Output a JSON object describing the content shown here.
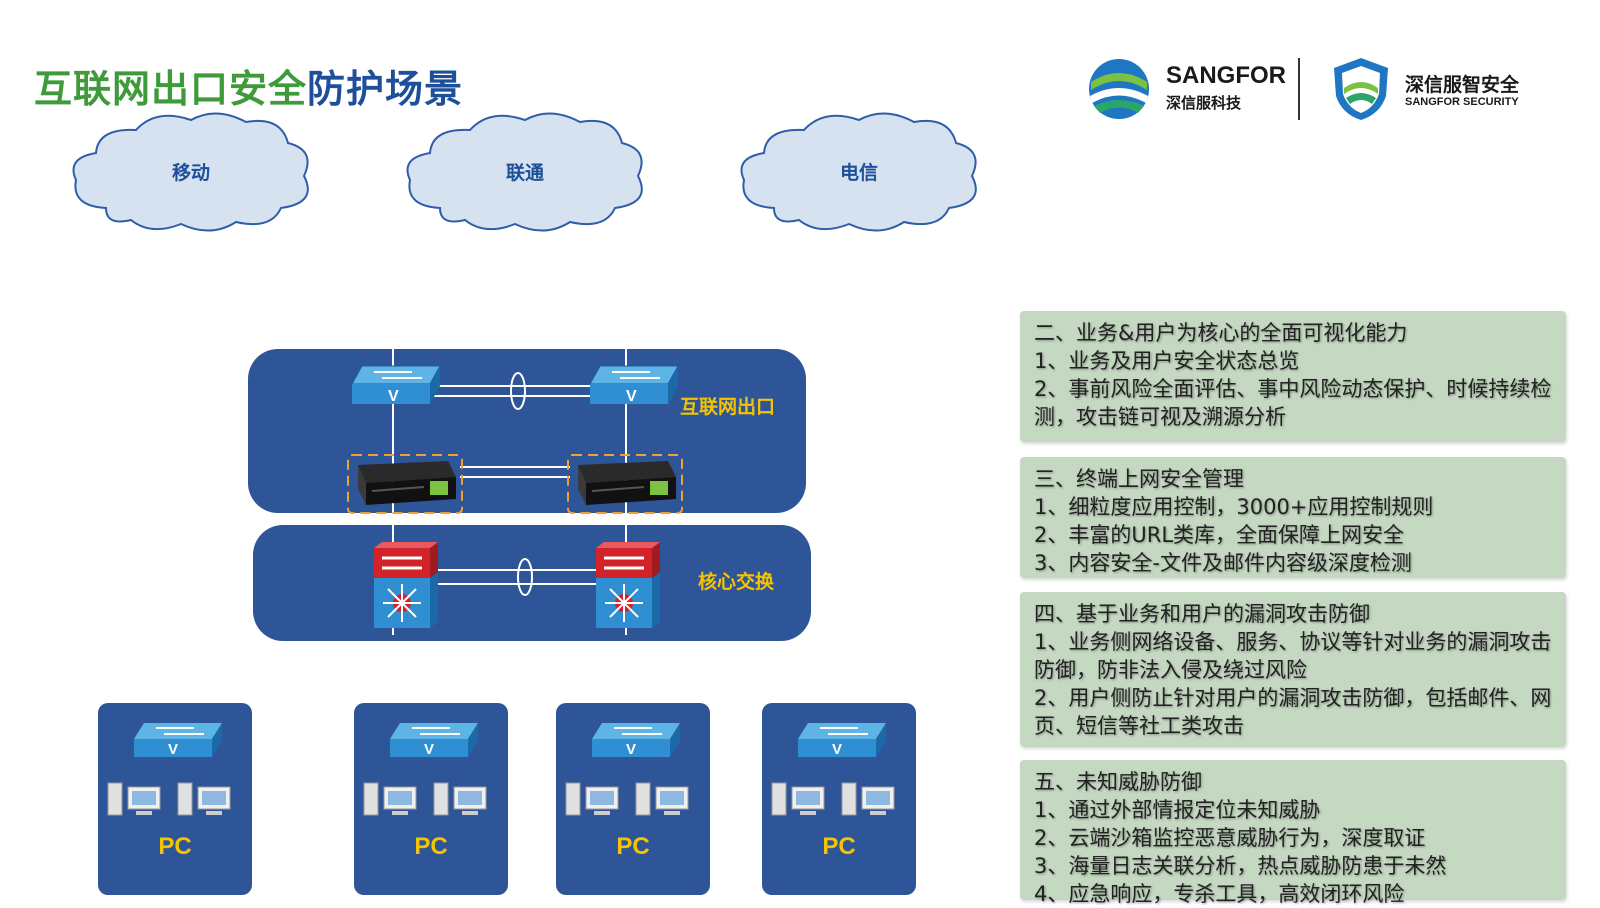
{
  "title": {
    "part_green": "互联网出口安全",
    "part_blue": "防护场景"
  },
  "logos": {
    "brand_name": "SANGFOR",
    "brand_cn": "深信服科技",
    "security_cn": "深信服智安全",
    "security_en": "SANGFOR SECURITY"
  },
  "clouds": [
    {
      "label": "移动"
    },
    {
      "label": "联通"
    },
    {
      "label": "电信"
    }
  ],
  "diagram": {
    "internet_exit_label": "互联网出口",
    "core_switch_label": "核心交换",
    "pc_label": "PC"
  },
  "features": [
    {
      "title": "二、业务&用户为核心的全面可视化能力",
      "items": [
        "1、业务及用户安全状态总览",
        "2、事前风险全面评估、事中风险动态保护、时候持续检测，攻击链可视及溯源分析"
      ]
    },
    {
      "title": "三、终端上网安全管理",
      "items": [
        "1、细粒度应用控制，3000+应用控制规则",
        "2、丰富的URL类库，全面保障上网安全",
        "3、内容安全-文件及邮件内容级深度检测"
      ]
    },
    {
      "title": "四、基于业务和用户的漏洞攻击防御",
      "items": [
        "1、业务侧网络设备、服务、协议等针对业务的漏洞攻击防御，防非法入侵及绕过风险",
        "2、用户侧防止针对用户的漏洞攻击防御，包括邮件、网页、短信等社工类攻击"
      ]
    },
    {
      "title": "五、未知威胁防御",
      "items": [
        "1、通过外部情报定位未知威胁",
        "2、云端沙箱监控恶意威胁行为，深度取证",
        "3、海量日志关联分析，热点威胁防患于未然",
        "4、应急响应，专杀工具，高效闭环风险"
      ]
    }
  ],
  "colors": {
    "panel_blue": "#2e5597",
    "label_yellow": "#f5c400",
    "feature_green": "#c5d9c2",
    "title_green": "#3f9a3a",
    "title_blue": "#1d4f9a"
  }
}
